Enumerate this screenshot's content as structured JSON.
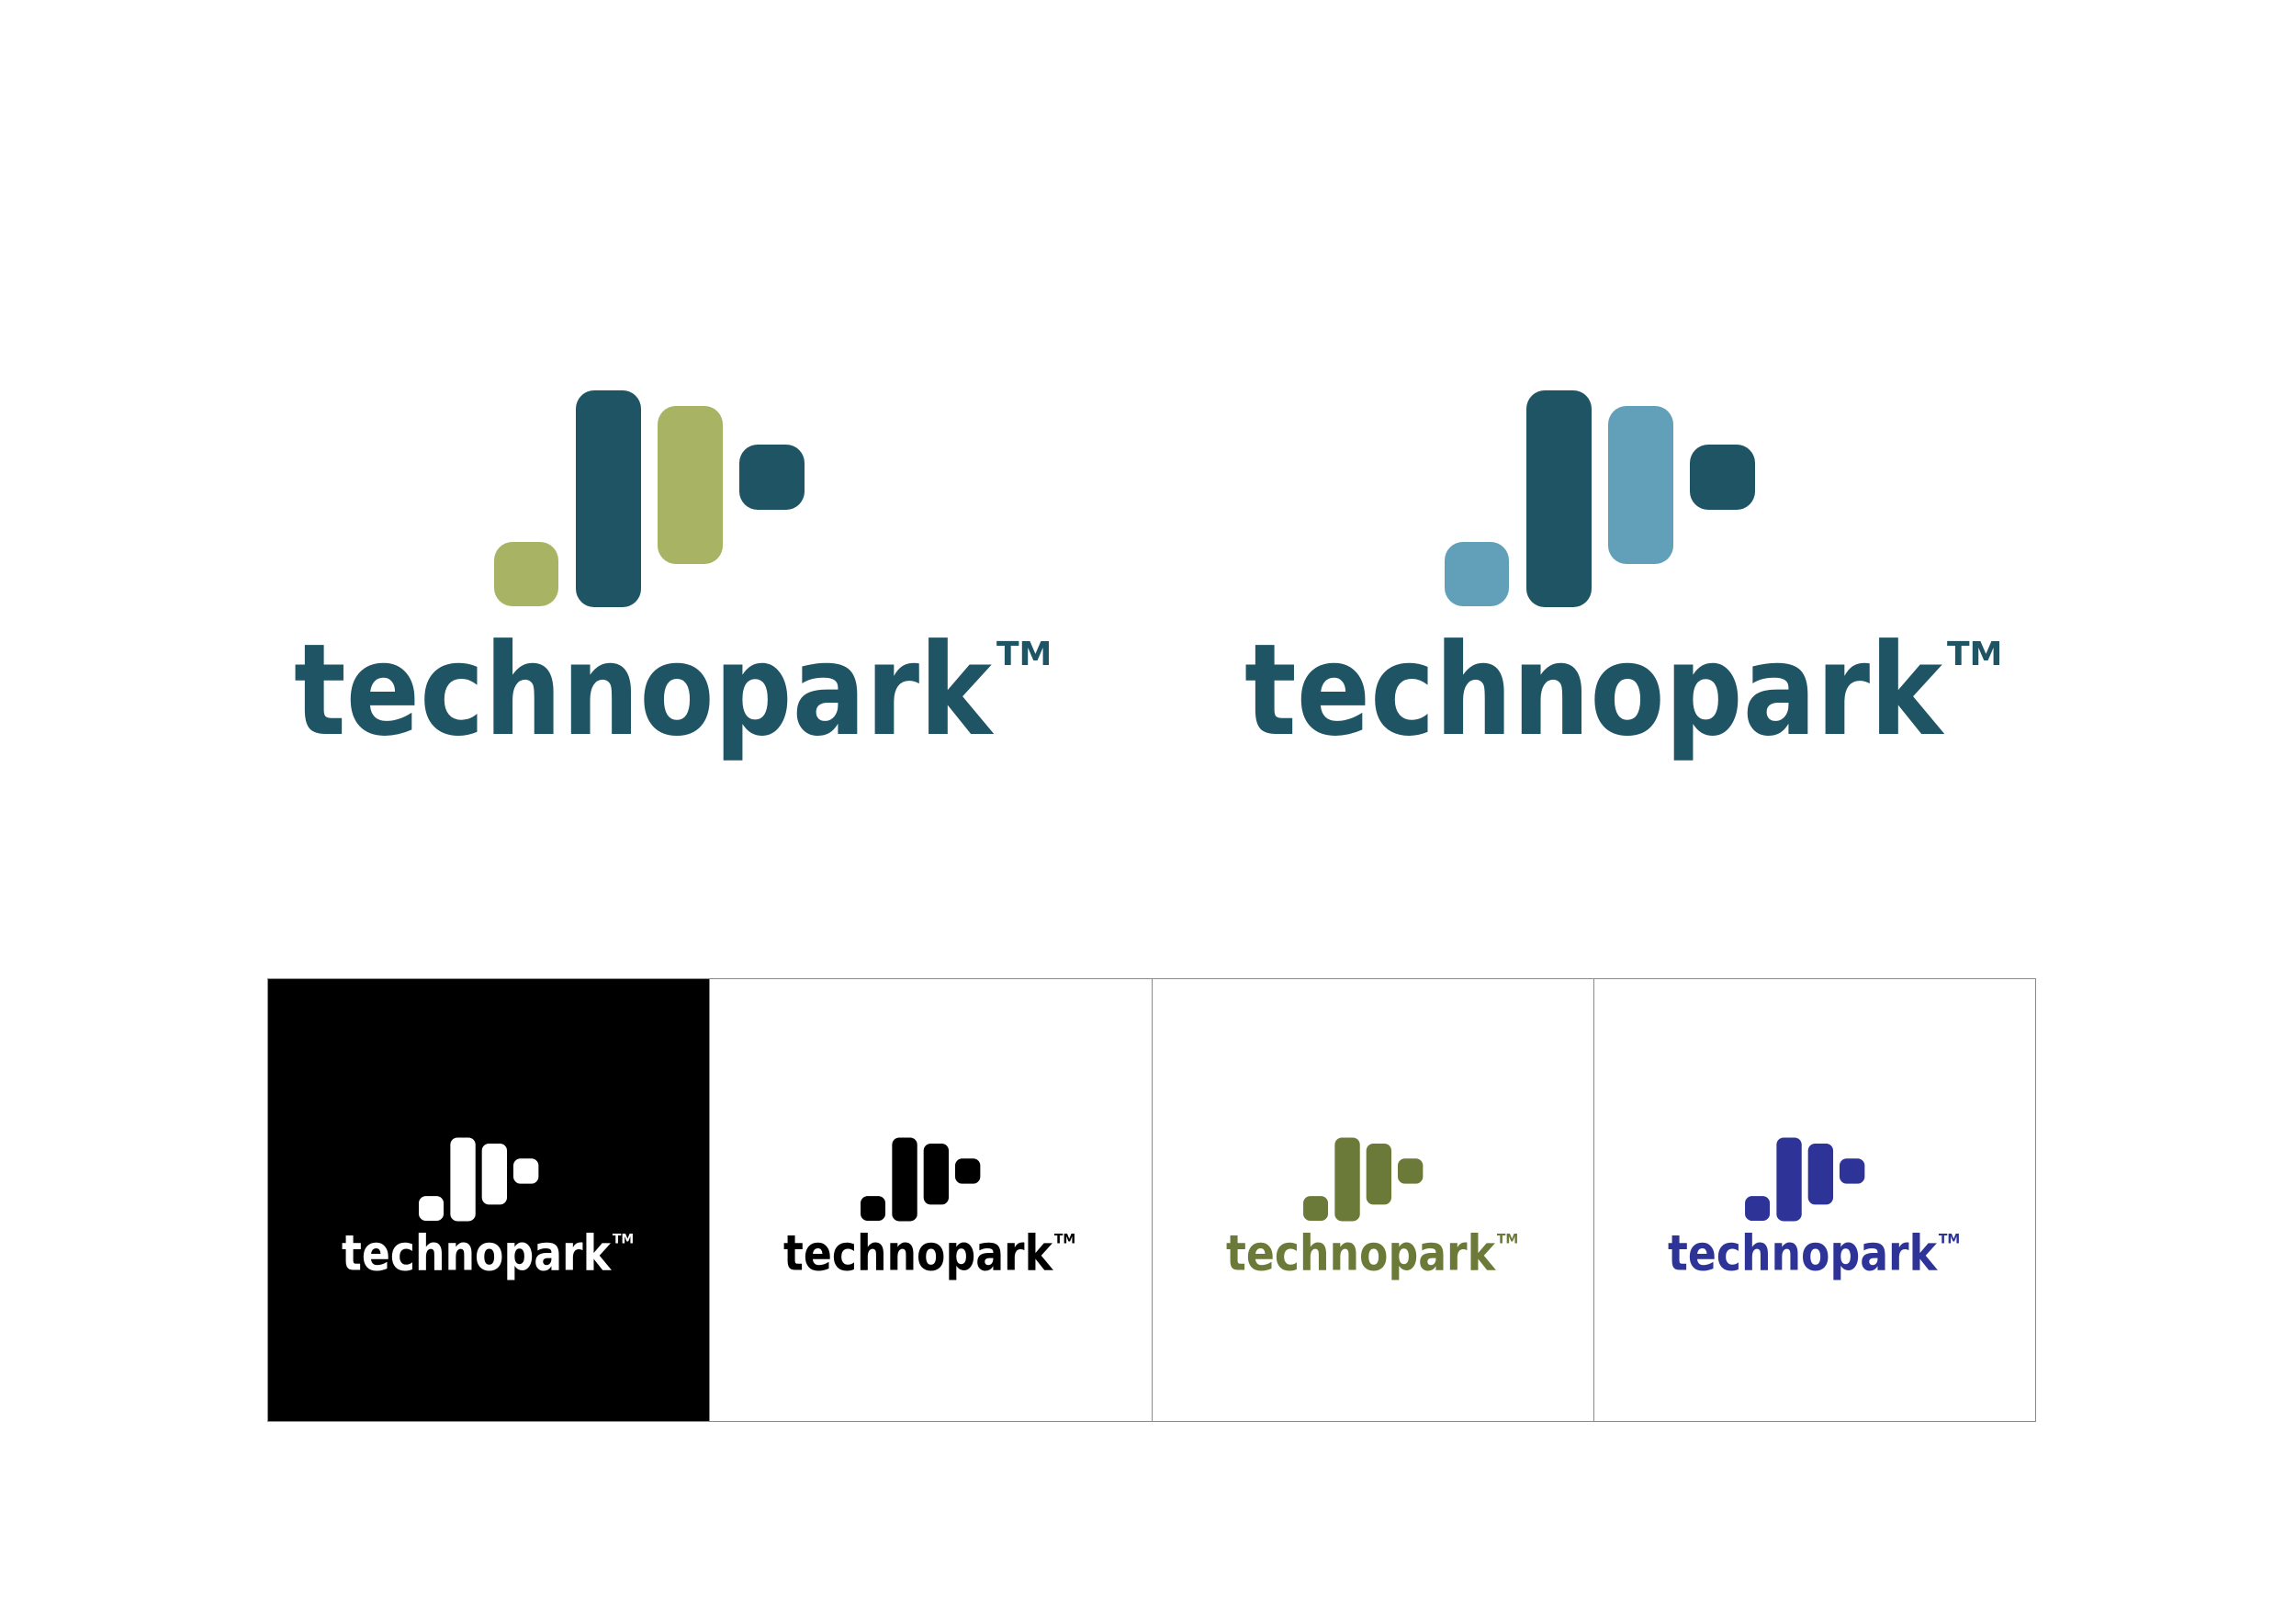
{
  "brand": {
    "name": "technopark",
    "trademark": "TM"
  },
  "colors": {
    "teal": "#1f5464",
    "olive": "#a8b364",
    "sky": "#629fb8",
    "black": "#000000",
    "white": "#ffffff",
    "green": "#6b7a38",
    "indigo": "#2e3497",
    "border": "#8a8a8a"
  },
  "logos": [
    {
      "id": "main-green",
      "mark": [
        "olive",
        "teal",
        "olive",
        "teal"
      ],
      "text": "teal",
      "background": "white"
    },
    {
      "id": "main-blue",
      "mark": [
        "sky",
        "teal",
        "sky",
        "teal"
      ],
      "text": "teal",
      "background": "white"
    }
  ],
  "panels": [
    {
      "id": "panel-white-on-black",
      "color": "white",
      "background": "black"
    },
    {
      "id": "panel-black-on-white",
      "color": "black",
      "background": "white"
    },
    {
      "id": "panel-green-on-white",
      "color": "green",
      "background": "white"
    },
    {
      "id": "panel-indigo-on-white",
      "color": "indigo",
      "background": "white"
    }
  ]
}
